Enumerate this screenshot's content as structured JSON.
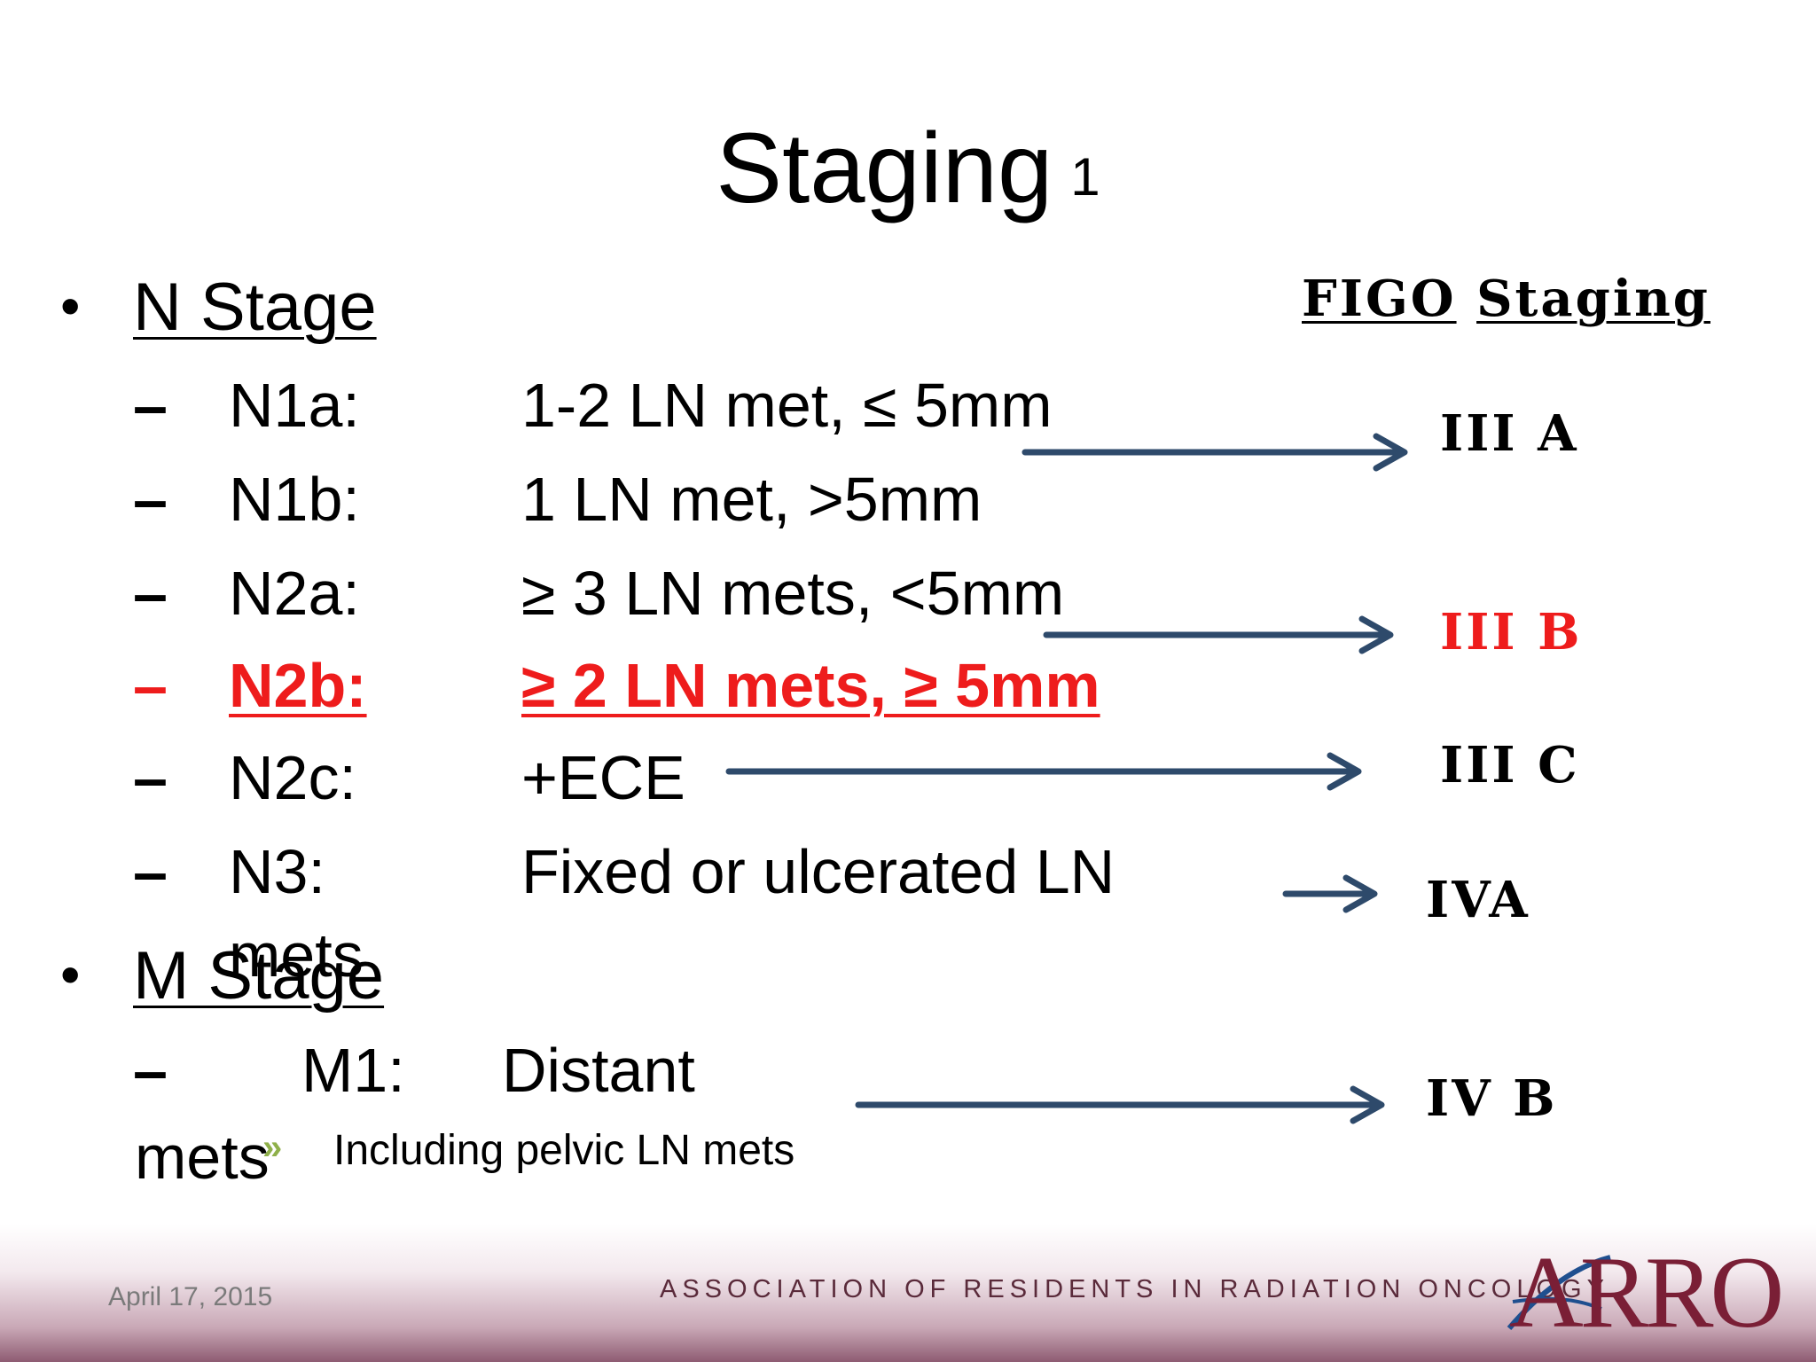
{
  "title": {
    "text": "Staging",
    "superscript": "1"
  },
  "n_stage": {
    "heading": "N Stage",
    "rows": [
      {
        "code": "N1a:",
        "desc": "1-2 LN met, ≤ 5mm"
      },
      {
        "code": "N1b:",
        "desc": "1 LN met, >5mm"
      },
      {
        "code": "N2a:",
        "desc": "≥ 3 LN mets, <5mm"
      },
      {
        "code": "N2b:",
        "desc": "≥ 2 LN mets, ≥ 5mm"
      },
      {
        "code": "N2c:",
        "desc": "+ECE"
      },
      {
        "code": "N3:",
        "desc": "Fixed or ulcerated LN"
      }
    ],
    "overflow": "mets",
    "dash": "–"
  },
  "m_stage": {
    "heading": "M Stage",
    "code": "M1:",
    "desc": "Distant",
    "overflow": "mets",
    "sub_bullet": "Including pelvic LN mets",
    "dash": "–"
  },
  "figo": {
    "heading_part1": "FIGO",
    "heading_part2": "Staging",
    "stages": [
      "III A",
      "III B",
      "III C",
      "IVA",
      "IV B"
    ]
  },
  "footer": {
    "date": "April 17, 2015",
    "association": "ASSOCIATION OF RESIDENTS IN RADIATION ONCOLOGY",
    "logo": "ARRO"
  },
  "colors": {
    "highlight": "#ee1c1c",
    "arrow": "#2e4a6b",
    "brand": "#7a1f36",
    "sub_bullet_marker": "#8fb04a"
  }
}
